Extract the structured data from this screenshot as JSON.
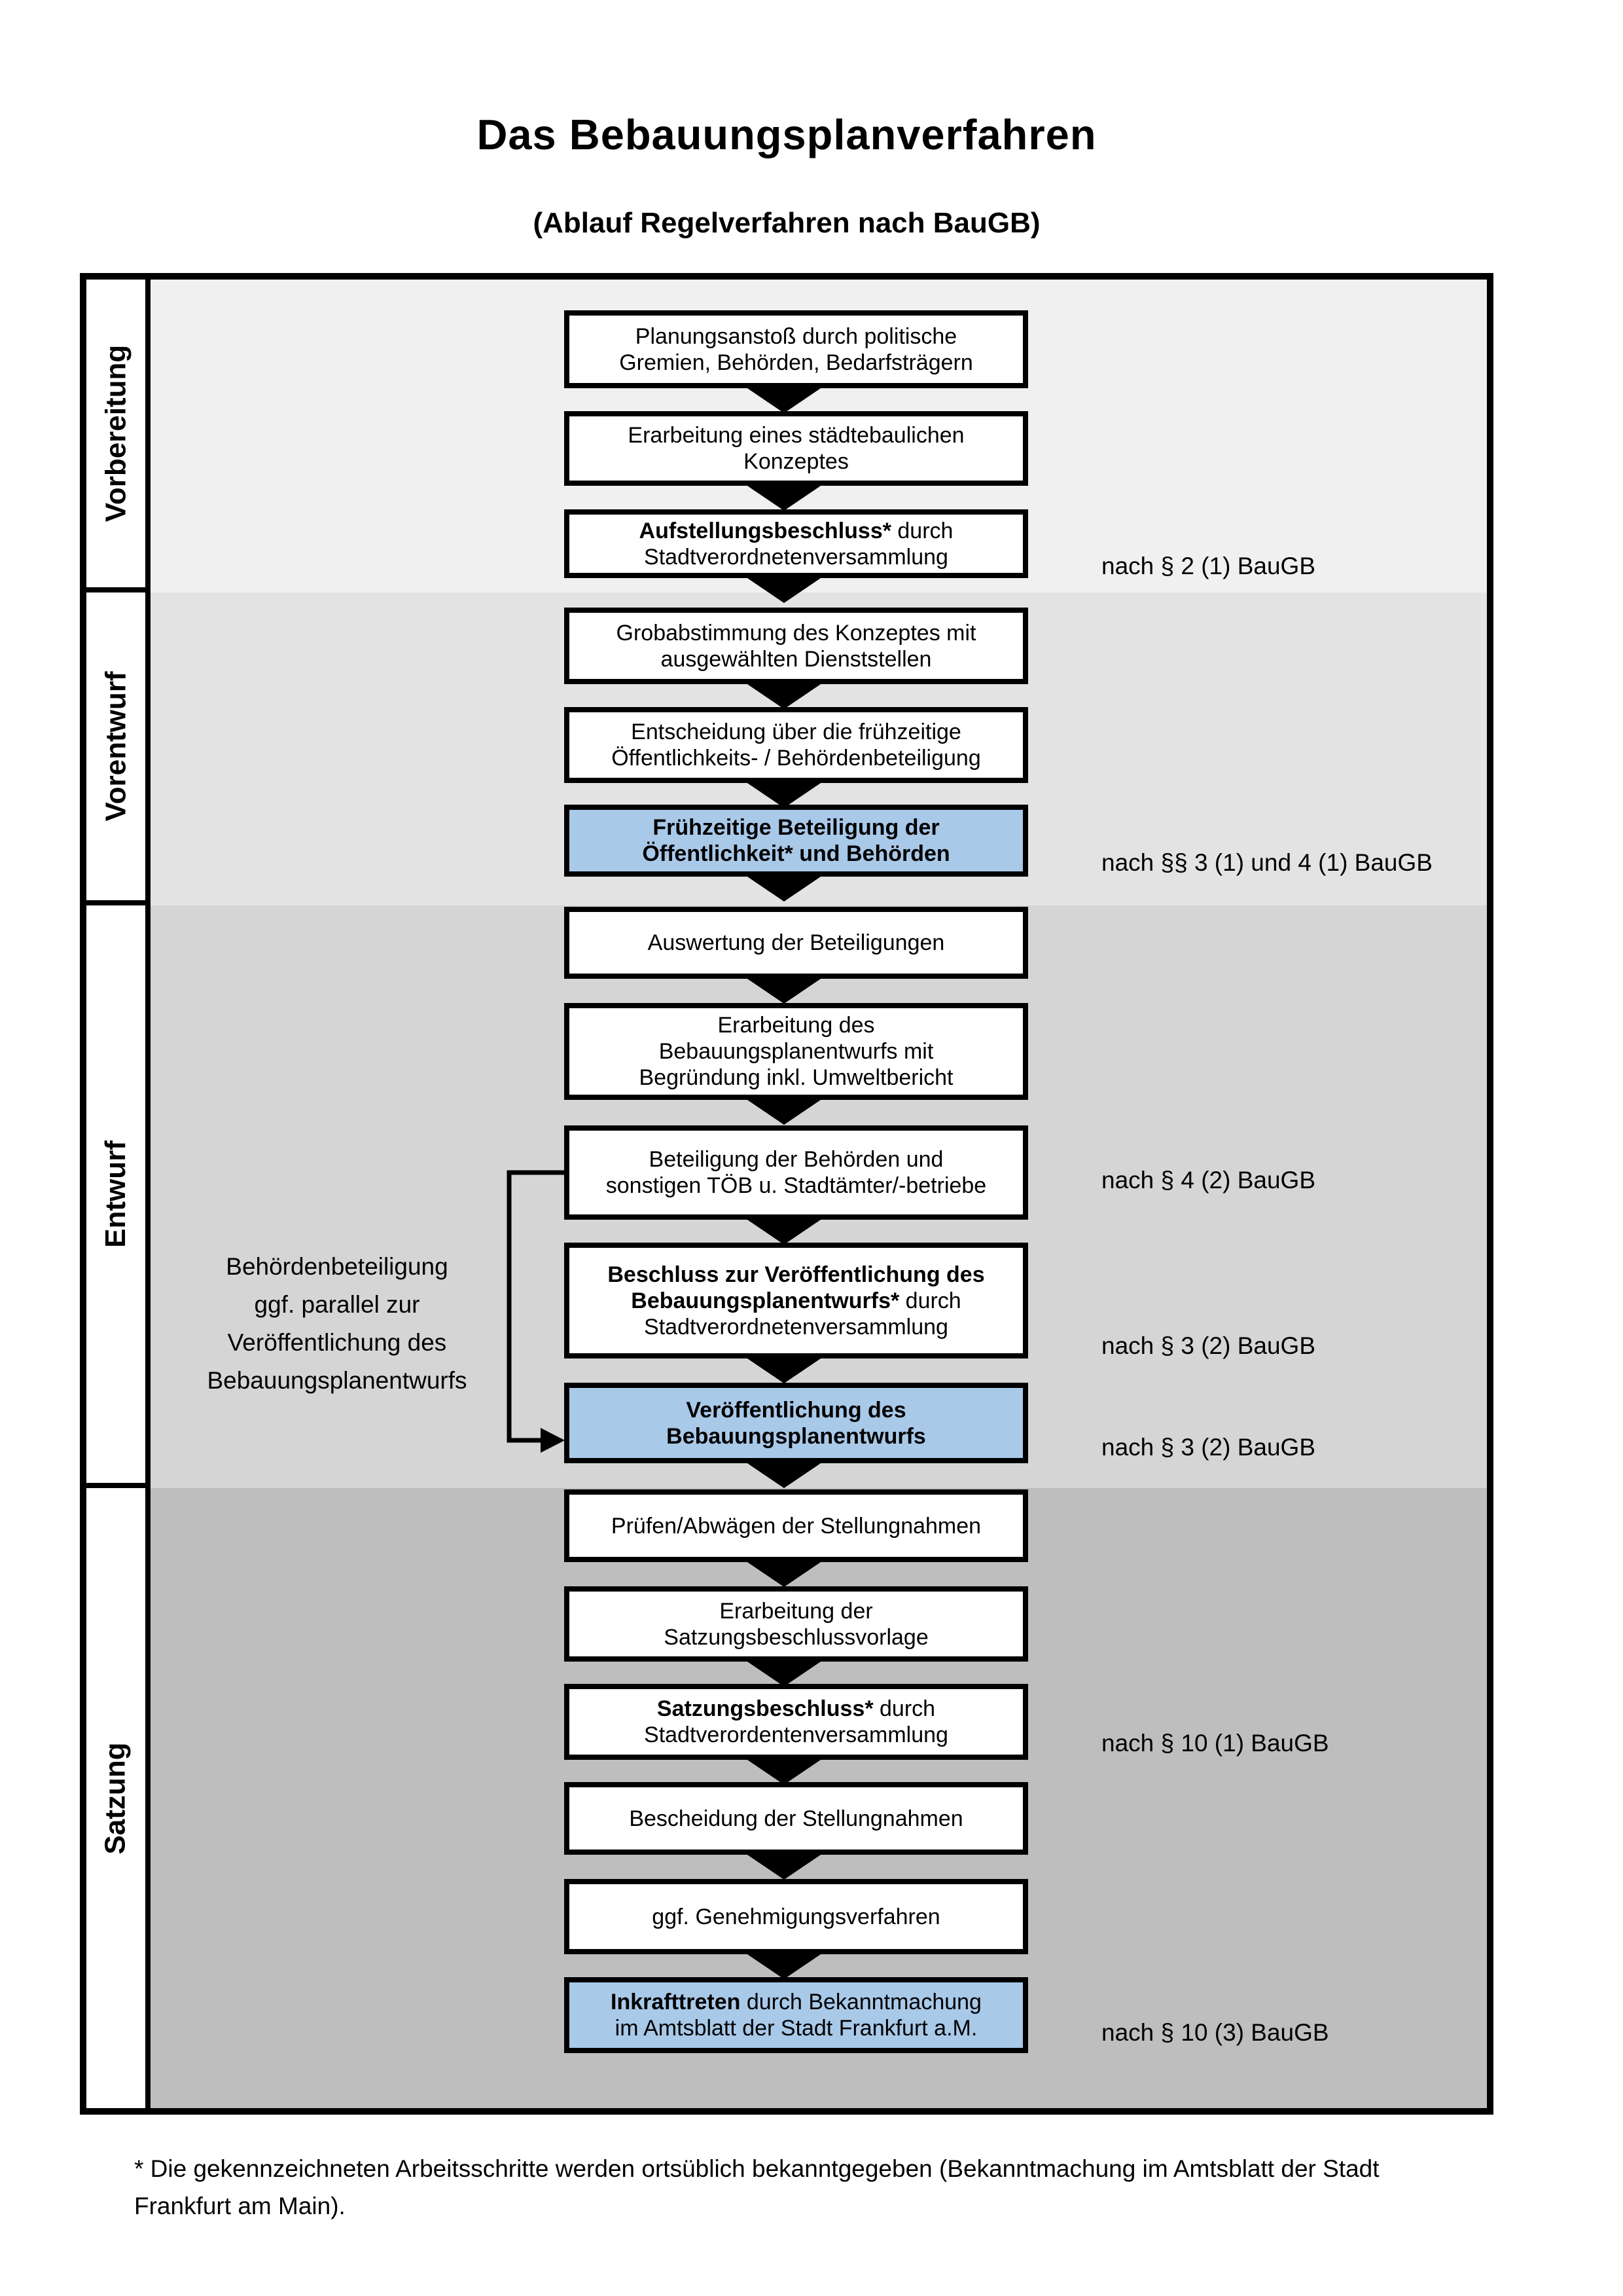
{
  "title": "Das Bebauungsplanverfahren",
  "subtitle": "(Ablauf Regelverfahren nach BauGB)",
  "colors": {
    "highlight": "#A9C9E9",
    "band_vorbereitung": "#F0F0F0",
    "band_vorentwurf": "#E3E3E3",
    "band_entwurf": "#D5D5D5",
    "band_satzung": "#BEBEBE",
    "box_background": "#FFFFFF",
    "line": "#000000"
  },
  "phases": [
    {
      "label": "Vorbereitung"
    },
    {
      "label": "Vorentwurf"
    },
    {
      "label": "Entwurf"
    },
    {
      "label": "Satzung"
    }
  ],
  "flow": {
    "boxes": [
      {
        "line1": "Planungsanstoß durch politische",
        "line2": "Gremien, Behörden, Bedarfsträgern"
      },
      {
        "line1": "Erarbeitung eines städtebaulichen",
        "line2": "Konzeptes"
      },
      {
        "line1_bold": "Aufstellungsbeschluss*",
        "line1_rest": " durch",
        "line2": "Stadtverordnetenversammlung"
      },
      {
        "line1": "Grobabstimmung des Konzeptes mit",
        "line2": "ausgewählten Dienststellen"
      },
      {
        "line1": "Entscheidung über die frühzeitige",
        "line2": "Öffentlichkeits- / Behördenbeteiligung"
      },
      {
        "line1": "Frühzeitige Beteiligung der",
        "line2": "Öffentlichkeit* und Behörden"
      },
      {
        "line1": "Auswertung der Beteiligungen"
      },
      {
        "line1": "Erarbeitung des",
        "line2": "Bebauungsplanentwurfs mit",
        "line3": "Begründung inkl. Umweltbericht"
      },
      {
        "line1": "Beteiligung der Behörden und",
        "line2": "sonstigen TÖB u. Stadtämter/-betriebe"
      },
      {
        "line1_bold": "Beschluss zur Veröffentlichung des",
        "line2_bold": "Bebauungsplanentwurfs*",
        "line2_rest": " durch",
        "line3": "Stadtverordnetenversammlung"
      },
      {
        "line1": "Veröffentlichung des",
        "line2": "Bebauungsplanentwurfs"
      },
      {
        "line1": "Prüfen/Abwägen der Stellungnahmen"
      },
      {
        "line1": "Erarbeitung der",
        "line2": "Satzungsbeschlussvorlage"
      },
      {
        "line1_bold": "Satzungsbeschluss*",
        "line1_rest": " durch",
        "line2": "Stadtverordentenversammlung"
      },
      {
        "line1": "Bescheidung der Stellungnahmen"
      },
      {
        "line1": "ggf. Genehmigungsverfahren"
      },
      {
        "line1_bold": "Inkrafttreten",
        "line1_rest": " durch Bekanntmachung",
        "line2": "im Amtsblatt der Stadt Frankfurt a.M."
      }
    ]
  },
  "annotations": {
    "a1": "nach § 2 (1) BauGB",
    "a2": "nach §§ 3 (1) und 4 (1) BauGB",
    "a3": "nach § 4 (2) BauGB",
    "a4": "nach § 3 (2) BauGB",
    "a5": "nach § 3 (2) BauGB",
    "a6": "nach § 10 (1) BauGB",
    "a7": "nach § 10 (3) BauGB"
  },
  "side_note": {
    "line1": "Behördenbeteiligung",
    "line2": "ggf. parallel zur",
    "line3": "Veröffentlichung des",
    "line4": "Bebauungsplanentwurfs"
  },
  "footnote": {
    "line1": "* Die gekennzeichneten Arbeitsschritte werden ortsüblich bekanntgegeben (Bekanntmachung im Amtsblatt  der Stadt",
    "line2": "Frankfurt am Main)."
  }
}
